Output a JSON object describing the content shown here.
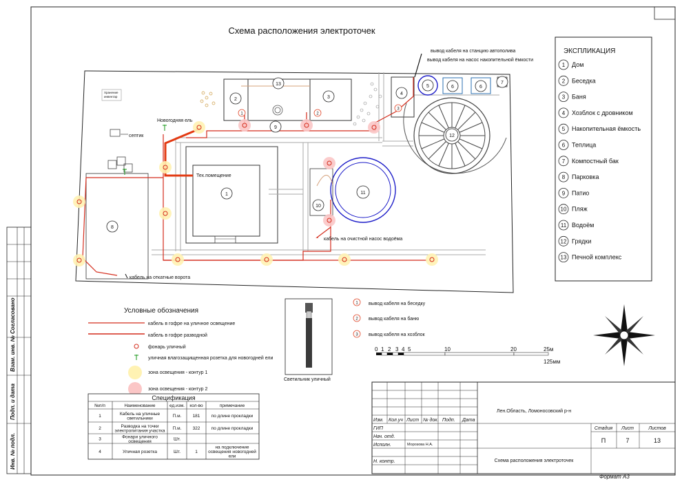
{
  "title": "Схема расположения электроточек",
  "explication": {
    "heading": "ЭКСПЛИКАЦИЯ",
    "items": [
      {
        "num": "1",
        "label": "Дом"
      },
      {
        "num": "2",
        "label": "Беседка"
      },
      {
        "num": "3",
        "label": "Баня"
      },
      {
        "num": "4",
        "label": "Хозблок с дровником"
      },
      {
        "num": "5",
        "label": "Накопительная ёмкость"
      },
      {
        "num": "6",
        "label": "Теплица"
      },
      {
        "num": "7",
        "label": "Компостный бак"
      },
      {
        "num": "8",
        "label": "Парковка"
      },
      {
        "num": "9",
        "label": "Патио"
      },
      {
        "num": "10",
        "label": "Пляж"
      },
      {
        "num": "11",
        "label": "Водоём"
      },
      {
        "num": "12",
        "label": "Грядки"
      },
      {
        "num": "13",
        "label": "Печной комплекс"
      }
    ]
  },
  "plan_labels": {
    "septic": "септик",
    "tree": "Новогодняя ель",
    "tech_room": "Тех.помещение",
    "pump": "кабель на очистной насос водоёма",
    "gate": "кабель на откатные ворота",
    "autowater_1": "вывод кабеля на станцию автополива",
    "autowater_2": "вывод кабеля на насос накопительной ёмкости",
    "small_box": "Хранение\nинвентар",
    "small_box_1": "Хранение",
    "small_box_2": "инвентар"
  },
  "outlets": [
    {
      "num": "1",
      "label": "вывод кабеля на беседку"
    },
    {
      "num": "2",
      "label": "вывод кабеля на баню"
    },
    {
      "num": "3",
      "label": "вывод кабеля на хозблок"
    }
  ],
  "legend": {
    "heading": "Условные обозначения",
    "items": [
      "кабель в гофре на уличное освещение",
      "кабель в гофре разводной",
      "фонарь уличный",
      "уличная влагозащищенная розетка для новогодней ели",
      "зона освещения - контур 1",
      "зона освещения - контур 2"
    ]
  },
  "lamp_caption": "Светильник уличный",
  "scale": {
    "ticks": [
      "0",
      "1",
      "2",
      "3",
      "4",
      "5",
      "10",
      "20",
      "25м"
    ],
    "sub": "125мм"
  },
  "spec": {
    "heading": "Спецификация",
    "columns": [
      "№п/п",
      "Наименование",
      "ед.изм.",
      "кол-во",
      "примечание"
    ],
    "rows": [
      [
        "1",
        "Кабель на уличные светильники",
        "П.м.",
        "181",
        "по длине прокладки"
      ],
      [
        "2",
        "Разводка на точки электропитания участка",
        "П.м.",
        "322",
        "по длине прокладки"
      ],
      [
        "3",
        "Фонари уличного освещения",
        "Шт.",
        "",
        ""
      ],
      [
        "4",
        "Уличная розетка",
        "Шт.",
        "1",
        "на подключение освещения новогодней ели"
      ]
    ]
  },
  "stamp": {
    "location": "Лен.Область, Ломоносовский р-н",
    "drawing_title": "Схема расположения электроточек",
    "row_headers": [
      "Изм.",
      "Кол.уч",
      "Лист",
      "№ док.",
      "Подп.",
      "Дата"
    ],
    "roles": [
      "ГИП",
      "Нач. отд.",
      "Исполн.",
      "Н. контр."
    ],
    "executor": "Морозова Н.А.",
    "stage_h": "Стадия",
    "sheet_h": "Лист",
    "sheets_h": "Листов",
    "stage": "П",
    "sheet": "7",
    "sheets": "13",
    "format": "Формат А3"
  },
  "side_stamp": [
    "Согласовано",
    "Взам. инв. №",
    "Подп. и дата",
    "Инв. № подл."
  ]
}
